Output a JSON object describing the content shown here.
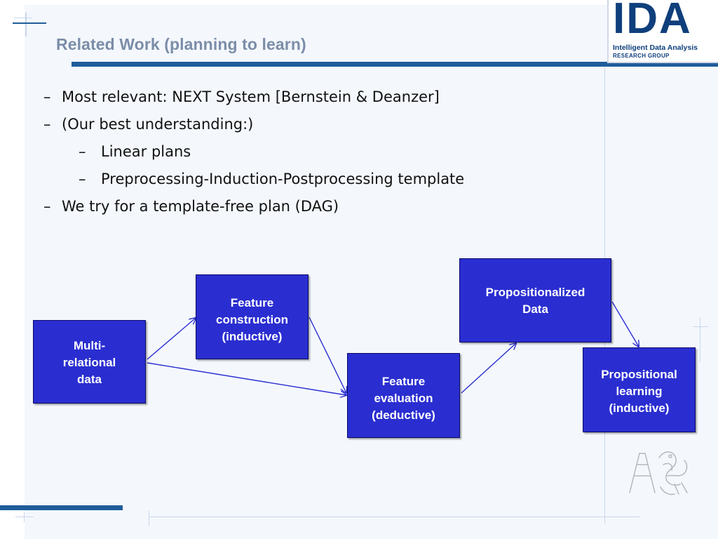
{
  "slide": {
    "title": "Related Work (planning to learn)",
    "bullets": [
      {
        "marker": "–",
        "text": "Most relevant: NEXT System [Bernstein & Deanzer]"
      },
      {
        "marker": "–",
        "text": "(Our best understanding:)"
      },
      {
        "marker": "–",
        "text": "Linear plans",
        "sub": true
      },
      {
        "marker": "–",
        "text": "Preprocessing-Induction-Postprocessing template",
        "sub": true
      },
      {
        "marker": "–",
        "text": "We try for a template-free plan (DAG)"
      }
    ]
  },
  "logo": {
    "main": "IDA",
    "line1": "Intelligent Data Analysis",
    "line2": "RESEARCH GROUP"
  },
  "diagram": {
    "nodes": {
      "multirelational": "Multi-\nrelational\ndata",
      "feature_construction": "Feature\nconstruction\n(inductive)",
      "feature_evaluation": "Feature\nevaluation\n(deductive)",
      "propositionalized": "Propositionalized\nData",
      "propositional_learning": "Propositional\nlearning\n(inductive)"
    },
    "edges": [
      {
        "from": "multirelational",
        "to": "feature_construction"
      },
      {
        "from": "multirelational",
        "to": "feature_evaluation"
      },
      {
        "from": "feature_construction",
        "to": "feature_evaluation"
      },
      {
        "from": "feature_evaluation",
        "to": "propositionalized"
      },
      {
        "from": "propositionalized",
        "to": "propositional_learning"
      }
    ]
  },
  "colors": {
    "node_fill": "#2a2ed0",
    "title": "#7b8da8",
    "accent_rule": "#1f5d9b",
    "arrow": "#2a2ed0"
  }
}
